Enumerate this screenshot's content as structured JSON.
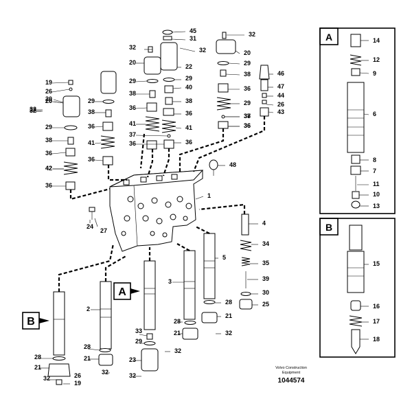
{
  "diagram": {
    "labels": [
      {
        "text": "45"
      },
      {
        "text": "31"
      },
      {
        "text": "32"
      },
      {
        "text": "32"
      },
      {
        "text": "32"
      },
      {
        "text": "20"
      },
      {
        "text": "22"
      },
      {
        "text": "20"
      },
      {
        "text": "29"
      },
      {
        "text": "29"
      },
      {
        "text": "29"
      },
      {
        "text": "40"
      },
      {
        "text": "38"
      },
      {
        "text": "38"
      },
      {
        "text": "38"
      },
      {
        "text": "36"
      },
      {
        "text": "36"
      },
      {
        "text": "36"
      },
      {
        "text": "41"
      },
      {
        "text": "41"
      },
      {
        "text": "37"
      },
      {
        "text": "36"
      },
      {
        "text": "36"
      },
      {
        "text": "32"
      },
      {
        "text": "20"
      },
      {
        "text": "29"
      },
      {
        "text": "38"
      },
      {
        "text": "36"
      },
      {
        "text": "42"
      },
      {
        "text": "37"
      },
      {
        "text": "36"
      },
      {
        "text": "46"
      },
      {
        "text": "47"
      },
      {
        "text": "44"
      },
      {
        "text": "26"
      },
      {
        "text": "43"
      },
      {
        "text": "32"
      },
      {
        "text": "20"
      },
      {
        "text": "19"
      },
      {
        "text": "26"
      },
      {
        "text": "20"
      },
      {
        "text": "32"
      },
      {
        "text": "29"
      },
      {
        "text": "38"
      },
      {
        "text": "36"
      },
      {
        "text": "42"
      },
      {
        "text": "36"
      },
      {
        "text": "38"
      },
      {
        "text": "29"
      },
      {
        "text": "36"
      },
      {
        "text": "41"
      },
      {
        "text": "36"
      },
      {
        "text": "48"
      },
      {
        "text": "1"
      },
      {
        "text": "24"
      },
      {
        "text": "27"
      },
      {
        "text": "4"
      },
      {
        "text": "34"
      },
      {
        "text": "5"
      },
      {
        "text": "35"
      },
      {
        "text": "3"
      },
      {
        "text": "39"
      },
      {
        "text": "30"
      },
      {
        "text": "25"
      },
      {
        "text": "28"
      },
      {
        "text": "21"
      },
      {
        "text": "32"
      },
      {
        "text": "2"
      },
      {
        "text": "28"
      },
      {
        "text": "21"
      },
      {
        "text": "32"
      },
      {
        "text": "33"
      },
      {
        "text": "29"
      },
      {
        "text": "23"
      },
      {
        "text": "32"
      },
      {
        "text": "32"
      },
      {
        "text": "28"
      },
      {
        "text": "21"
      },
      {
        "text": "28"
      },
      {
        "text": "21"
      },
      {
        "text": "32"
      },
      {
        "text": "26"
      },
      {
        "text": "19"
      }
    ],
    "callout_a": "A",
    "callout_b": "B",
    "panel_a": {
      "letter": "A",
      "labels": [
        {
          "text": "14"
        },
        {
          "text": "12"
        },
        {
          "text": "9"
        },
        {
          "text": "6"
        },
        {
          "text": "8"
        },
        {
          "text": "7"
        },
        {
          "text": "11"
        },
        {
          "text": "10"
        },
        {
          "text": "13"
        }
      ]
    },
    "panel_b": {
      "letter": "B",
      "labels": [
        {
          "text": "15"
        },
        {
          "text": "16"
        },
        {
          "text": "17"
        },
        {
          "text": "18"
        }
      ]
    },
    "footer": {
      "company_line1": "Volvo Construction",
      "company_line2": "Equipment",
      "part_number": "1044574"
    }
  }
}
